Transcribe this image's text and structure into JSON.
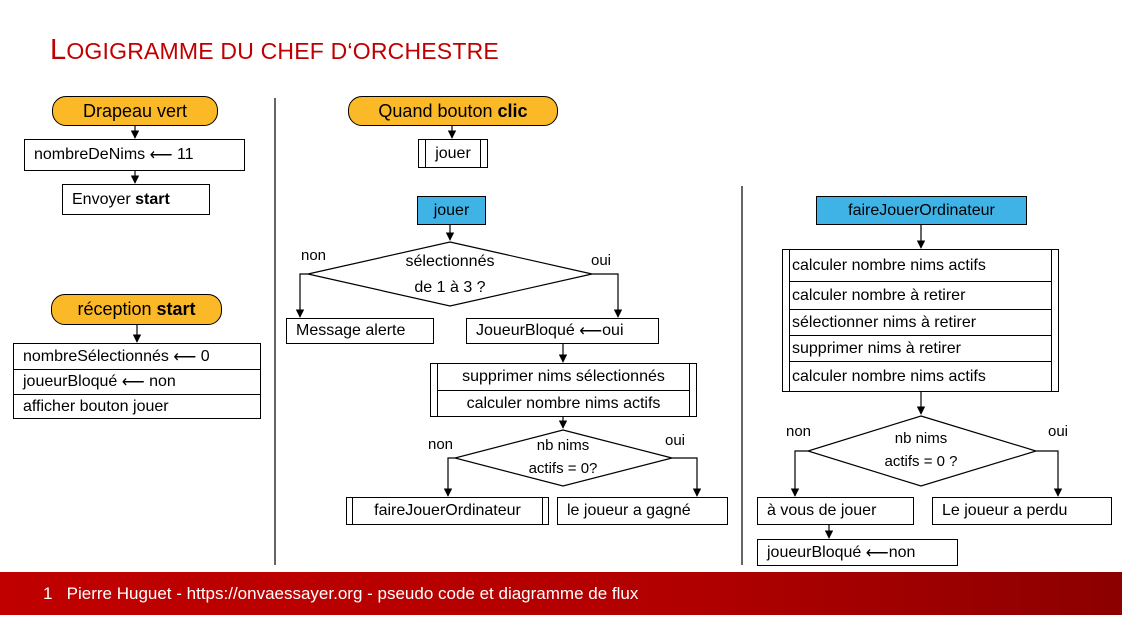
{
  "title": {
    "first_letter": "L",
    "rest": "OGIGRAMME DU CHEF D‘ORCHESTRE"
  },
  "left": {
    "flag_label": "Drapeau vert",
    "init_var": "nombreDeNims",
    "init_value": "11",
    "send_prefix": "Envoyer",
    "send_bold": "start",
    "reception_prefix": "réception",
    "reception_bold": "start",
    "reset_items": [
      {
        "var": "nombreSélectionnés",
        "value": "0"
      },
      {
        "var": "joueurBloqué",
        "value": "non"
      },
      {
        "text": "afficher bouton jouer"
      }
    ]
  },
  "middle": {
    "click_prefix": "Quand bouton",
    "click_bold": "clic",
    "call_jouer": "jouer",
    "proc_jouer": "jouer",
    "decision1": {
      "line1": "sélectionnés",
      "line2": "de 1 à 3 ?",
      "no": "non",
      "yes": "oui"
    },
    "alert": "Message  alerte",
    "blocked_var": "JoueurBloqué",
    "blocked_value": "oui",
    "sub_items": [
      "supprimer nims sélectionnés",
      "calculer nombre nims actifs"
    ],
    "decision2": {
      "line1": "nb nims",
      "line2": "actifs = 0?",
      "no": "non",
      "yes": "oui"
    },
    "call_computer": "faireJouerOrdinateur",
    "player_won": "le joueur a gagné"
  },
  "right": {
    "proc_computer": "faireJouerOrdinateur",
    "sub_items": [
      "calculer nombre nims actifs",
      "calculer nombre à retirer",
      "sélectionner nims à retirer",
      "supprimer nims à retirer",
      "calculer nombre nims actifs"
    ],
    "decision": {
      "line1": "nb nims",
      "line2": "actifs = 0 ?",
      "no": "non",
      "yes": "oui"
    },
    "your_turn": "à vous de jouer",
    "player_lost": "Le joueur a perdu",
    "blocked_var": "joueurBloqué",
    "blocked_value": "non"
  },
  "footer": {
    "page": "1",
    "text": "Pierre Huguet - https://onvaessayer.org - pseudo code et diagramme de flux"
  }
}
